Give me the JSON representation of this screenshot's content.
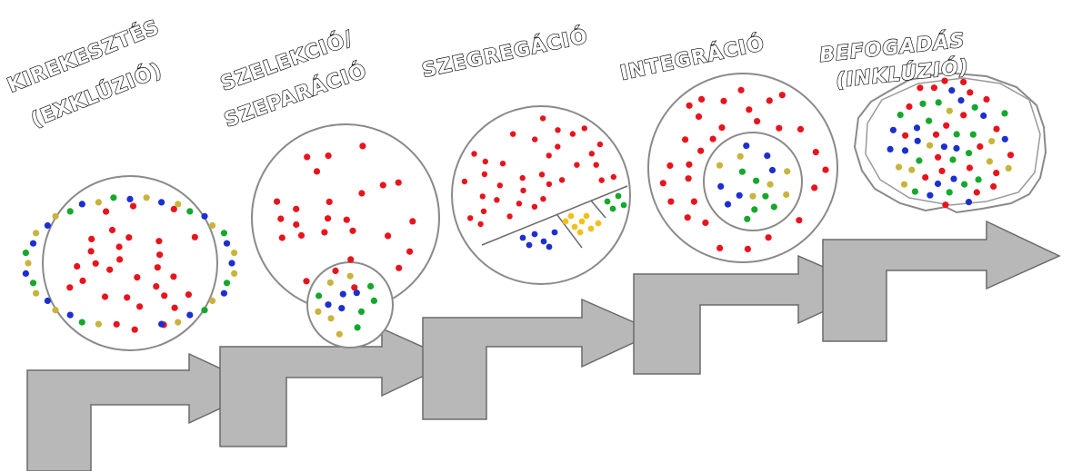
{
  "stages": [
    {
      "id": "exclusion",
      "label_lines": [
        "KIREKESZTÉS",
        "(EXKLÚZIÓ)"
      ]
    },
    {
      "id": "separation",
      "label_lines": [
        "SZELEKCIÓ/",
        "SZEPARÁCIÓ"
      ]
    },
    {
      "id": "segregation",
      "label_lines": [
        "SZEGREGÁCIÓ"
      ]
    },
    {
      "id": "integration",
      "label_lines": [
        "INTEGRÁCIÓ"
      ]
    },
    {
      "id": "inclusion",
      "label_lines": [
        "BEFOGADÁS",
        "(INKLÚZIÓ)"
      ]
    }
  ],
  "colors": {
    "majority": "#e8141c",
    "minority_blue": "#1c2fd0",
    "minority_green": "#14a82c",
    "minority_olive": "#c8b43c",
    "minority_yellow": "#f0c020",
    "circle_stroke": "#8a8a8a",
    "arrow_fill": "#b8b8b8"
  }
}
